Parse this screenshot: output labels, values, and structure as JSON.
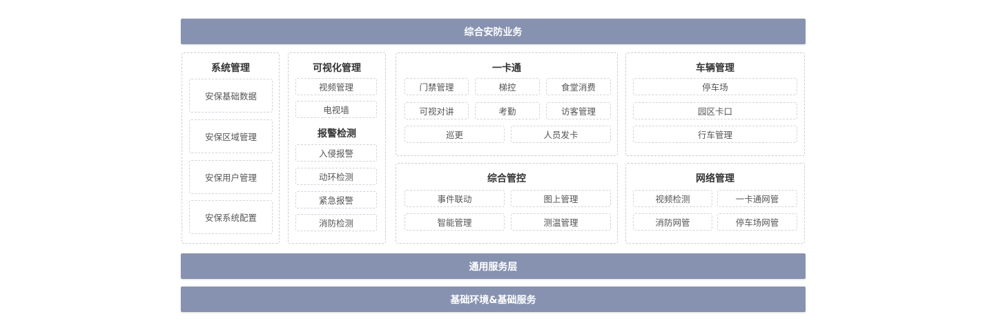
{
  "top_bar": "综合安防业务",
  "middle_bar": "通用服务层",
  "bottom_bar": "基础环境&基础服务",
  "system": {
    "title": "系统管理",
    "items": [
      "安保基础数据",
      "安保区域管理",
      "安保用户管理",
      "安保系统配置"
    ]
  },
  "visual": {
    "title": "可视化管理",
    "items": [
      "视频管理",
      "电视墙"
    ],
    "alarm_title": "报警检测",
    "alarm_items": [
      "入侵报警",
      "动环检测",
      "紧急报警",
      "消防检测"
    ]
  },
  "card": {
    "title": "一卡通",
    "items": [
      "门禁管理",
      "梯控",
      "食堂消费",
      "可视对讲",
      "考勤",
      "访客管理",
      "巡更",
      "人员发卡"
    ]
  },
  "vehicle": {
    "title": "车辆管理",
    "items": [
      "停车场",
      "园区卡口",
      "行车管理"
    ]
  },
  "control": {
    "title": "综合管控",
    "items": [
      "事件联动",
      "图上管理",
      "智能管理",
      "测温管理"
    ]
  },
  "network": {
    "title": "网络管理",
    "items": [
      "视频检测",
      "一卡通网管",
      "消防网管",
      "停车场网管"
    ]
  }
}
